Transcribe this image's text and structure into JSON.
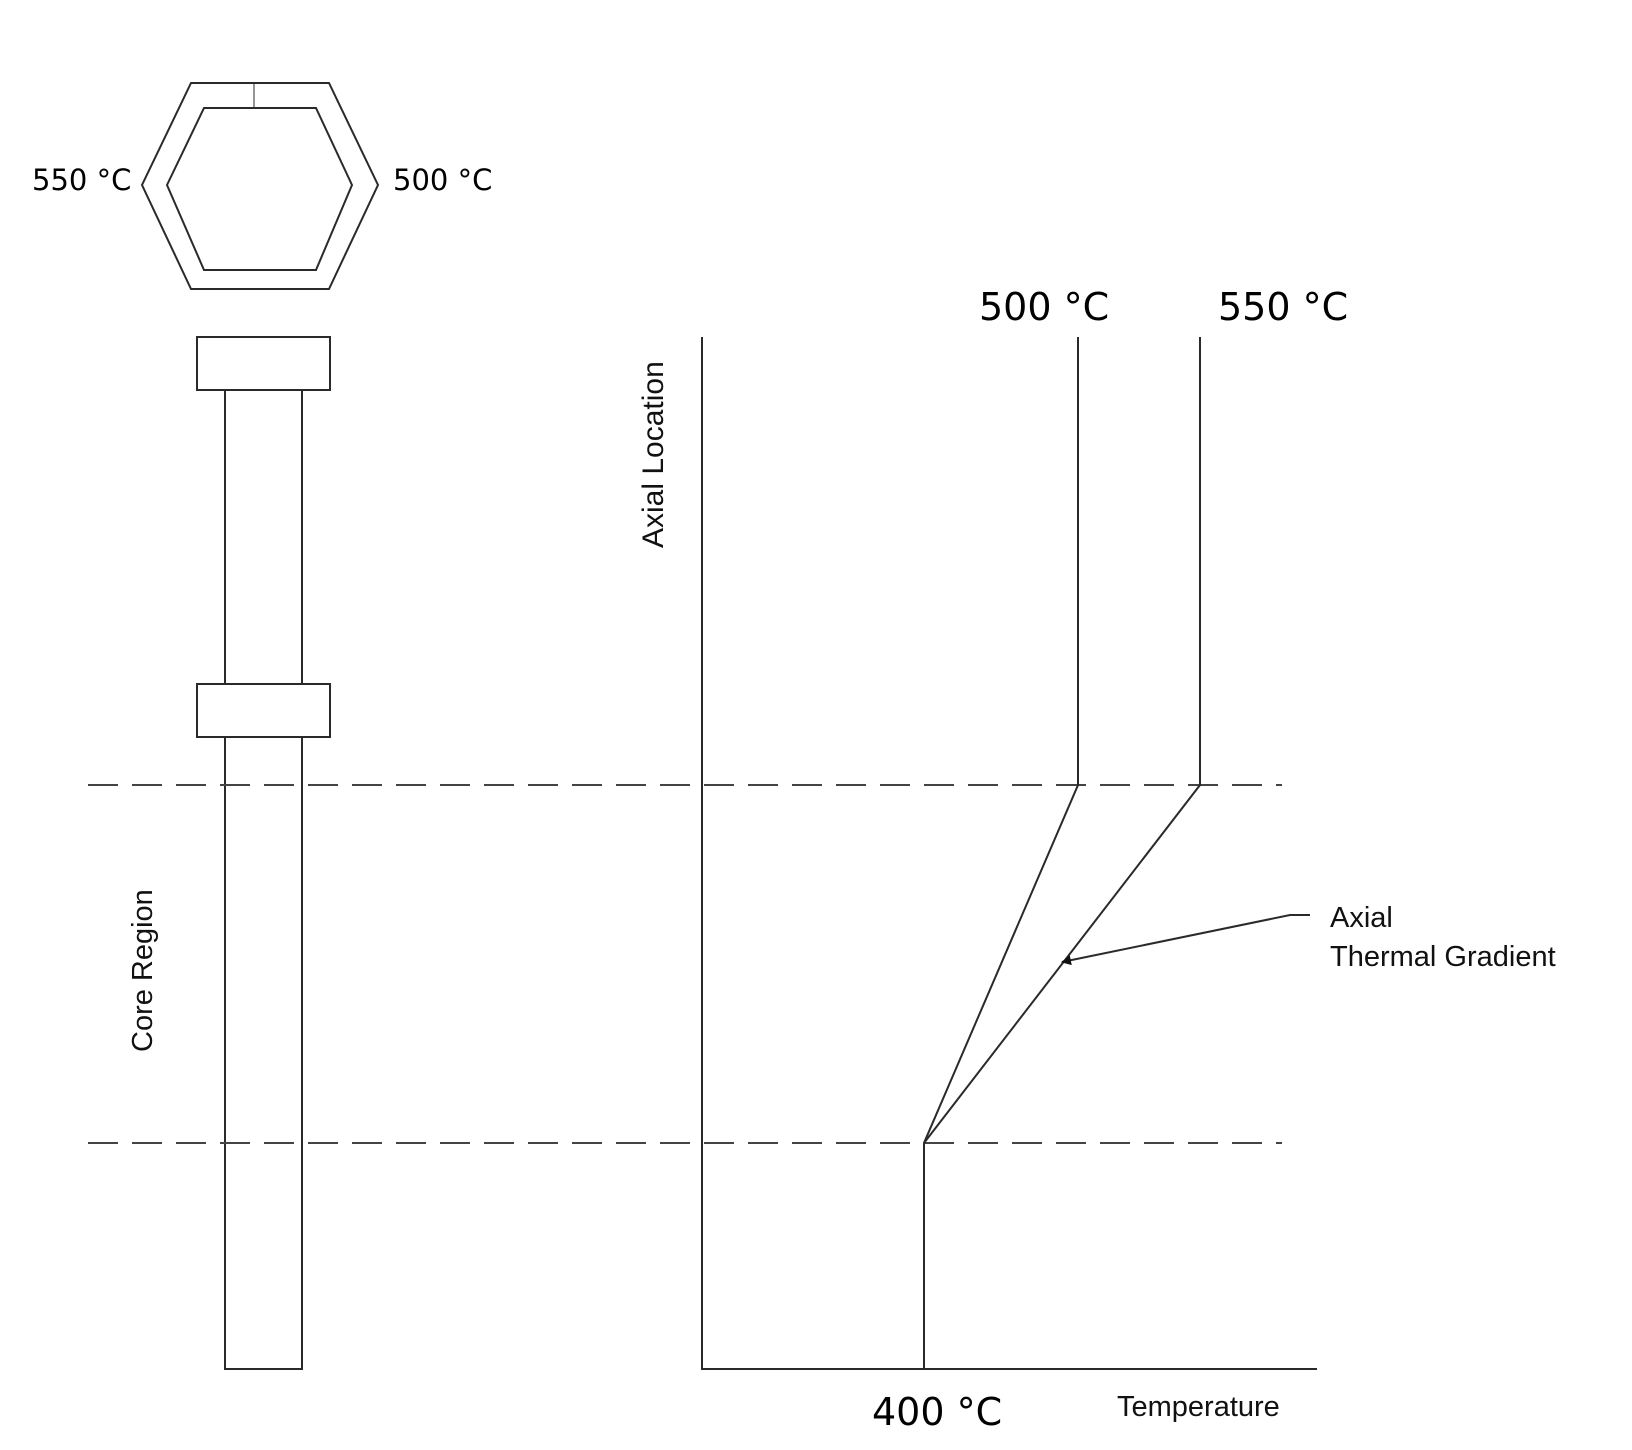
{
  "hex_section": {
    "left_label": "550 °C",
    "right_label": "500 °C"
  },
  "assembly": {
    "core_region_label": "Core Region"
  },
  "plot": {
    "y_axis_label": "Axial Location",
    "x_axis_label": "Temperature",
    "inlet_label": "400 °C",
    "line1_label": "500 °C",
    "line2_label": "550 °C",
    "annotation_line1": "Axial",
    "annotation_line2": "Thermal Gradient"
  }
}
